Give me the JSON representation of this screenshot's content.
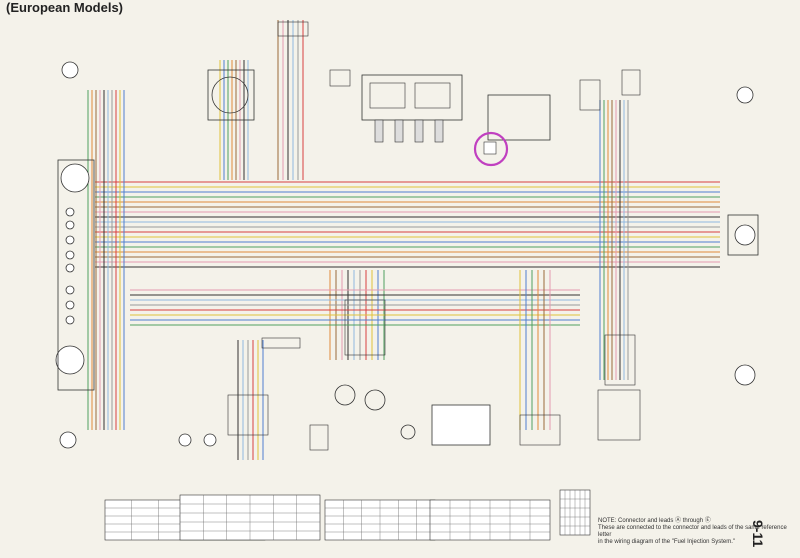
{
  "header": {
    "title": "(European Models)"
  },
  "page_number": "9-11",
  "note": {
    "line1": "NOTE:  Connector and leads Ⓐ through Ⓔ",
    "line2": "These are connected to the connector and leads of the same reference letter",
    "line3": "in the wiring diagram of the \"Fuel Injection System.\""
  },
  "highlight_color": "#c040c0",
  "wire_colors": {
    "red": "#d94040",
    "yellow": "#e0c23a",
    "blue": "#4f7fd0",
    "green": "#4fa060",
    "orange": "#e08a3a",
    "brown": "#9a6a3a",
    "pink": "#e59ab0",
    "black": "#333333",
    "lightblue": "#8fb8e0",
    "gray": "#999999"
  }
}
